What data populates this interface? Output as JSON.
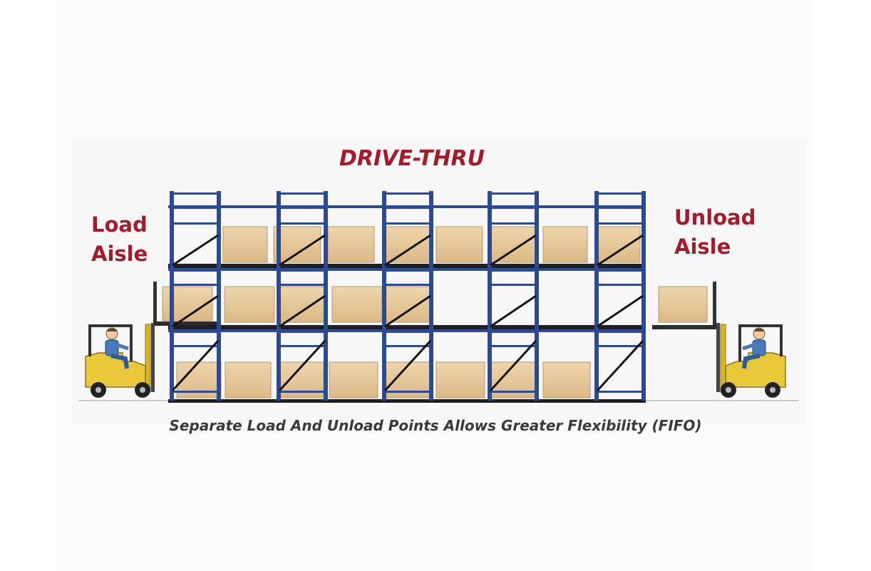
{
  "diagram": {
    "title": "DRIVE-THRU",
    "load_aisle": [
      "Load",
      "Aisle"
    ],
    "unload_aisle": [
      "Unload",
      "Aisle"
    ],
    "caption": "Separate Load And Unload Points Allows Greater Flexibility (FIFO)"
  },
  "colors": {
    "label_red": "#a41c2b",
    "caption_gray": "#3a3a3a",
    "rack_blue": "#2c4a8e",
    "box_tan": "#e2c49a",
    "forklift_yellow": "#e9c93a"
  },
  "icons": [
    "forklift-icon",
    "forklift-icon",
    "rack-frame",
    "cargo-box"
  ]
}
